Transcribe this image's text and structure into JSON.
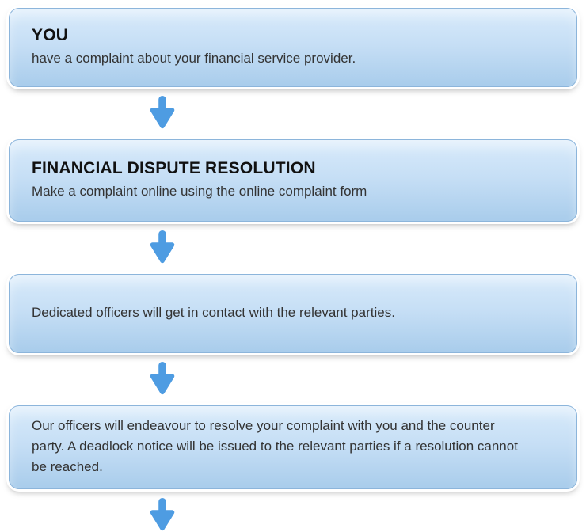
{
  "theme": {
    "arrow_color": "#4e9ce2",
    "box_gradient_top": "#d9ebfb",
    "box_gradient_mid": "#c5def5",
    "box_gradient_bottom": "#a8cceb",
    "box_border_color": "#8cb5db",
    "title_color": "#111111",
    "text_color": "#333333",
    "page_background": "#ffffff"
  },
  "flow": {
    "steps": [
      {
        "title": "YOU",
        "text": "have a complaint about your financial service provider."
      },
      {
        "title": "FINANCIAL DISPUTE RESOLUTION",
        "text": "Make a complaint online using the online complaint form"
      },
      {
        "text": "Dedicated officers will get in contact with the relevant parties."
      },
      {
        "text": "Our officers will endeavour to resolve your complaint with you and the counter party. A deadlock notice will be issued to the relevant parties if a resolution cannot be reached."
      }
    ]
  }
}
